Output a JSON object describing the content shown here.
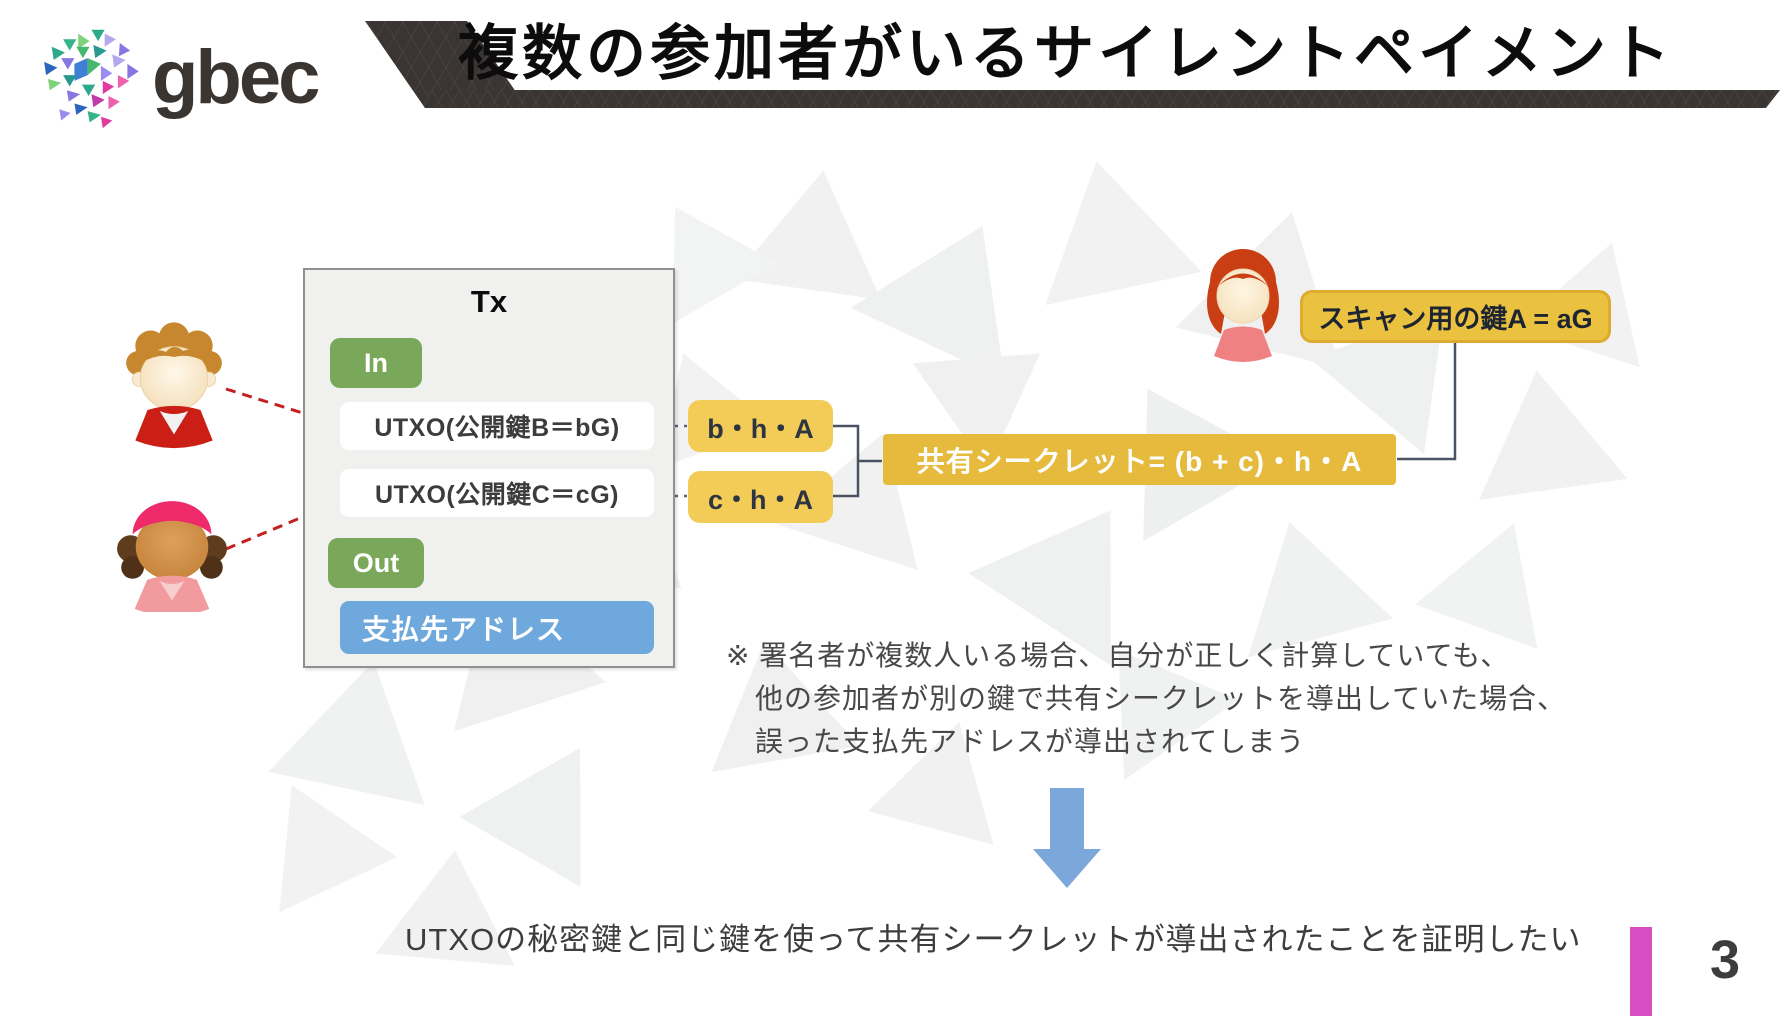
{
  "slide": {
    "title": "複数の参加者がいるサイレントペイメント",
    "page_number": "3"
  },
  "logo": {
    "text": "gbec"
  },
  "tx_box": {
    "title": "Tx",
    "in_label": "In",
    "out_label": "Out",
    "utxo_b": "UTXO(公開鍵B＝bG)",
    "utxo_c": "UTXO(公開鍵C＝cG)",
    "payment_address": "支払先アドレス"
  },
  "diagram": {
    "b_term": "b・h・A",
    "c_term": "c・h・A",
    "shared_secret": "共有シークレット= (b + c)・h・A",
    "scan_key": "スキャン用の鍵A = aG"
  },
  "note": {
    "line1": "※ 署名者が複数人いる場合、自分が正しく計算していても、",
    "line2": "他の参加者が別の鍵で共有シークレットを導出していた場合、",
    "line3": "誤った支払先アドレスが導出されてしまう"
  },
  "conclusion": "UTXOの秘密鍵と同じ鍵を使って共有シークレットが導出されたことを証明したい",
  "icons": {
    "logo_mark": "gbec-mosaic-logo",
    "sender_b_avatar": "boy-avatar",
    "sender_c_avatar": "girl-avatar",
    "recipient_avatar": "woman-avatar",
    "down_arrow": "blue-down-arrow",
    "red_dashed_arrows": "input-ownership-arrows"
  },
  "colors": {
    "banner_dark": "#3a3532",
    "title_text": "#0c0c0c",
    "green_pill": "#7aa85a",
    "address_blue": "#6fa8dc",
    "term_yellow": "#f2cc56",
    "secret_gold": "#e5ba3d",
    "scan_gold": "#eac23f",
    "red_arrow": "#c42020",
    "flow_arrow_blue": "#7ba7db",
    "accent_pink": "#d64fc2",
    "connector": "#4a5363",
    "tx_box_bg": "#f0f0ef"
  }
}
